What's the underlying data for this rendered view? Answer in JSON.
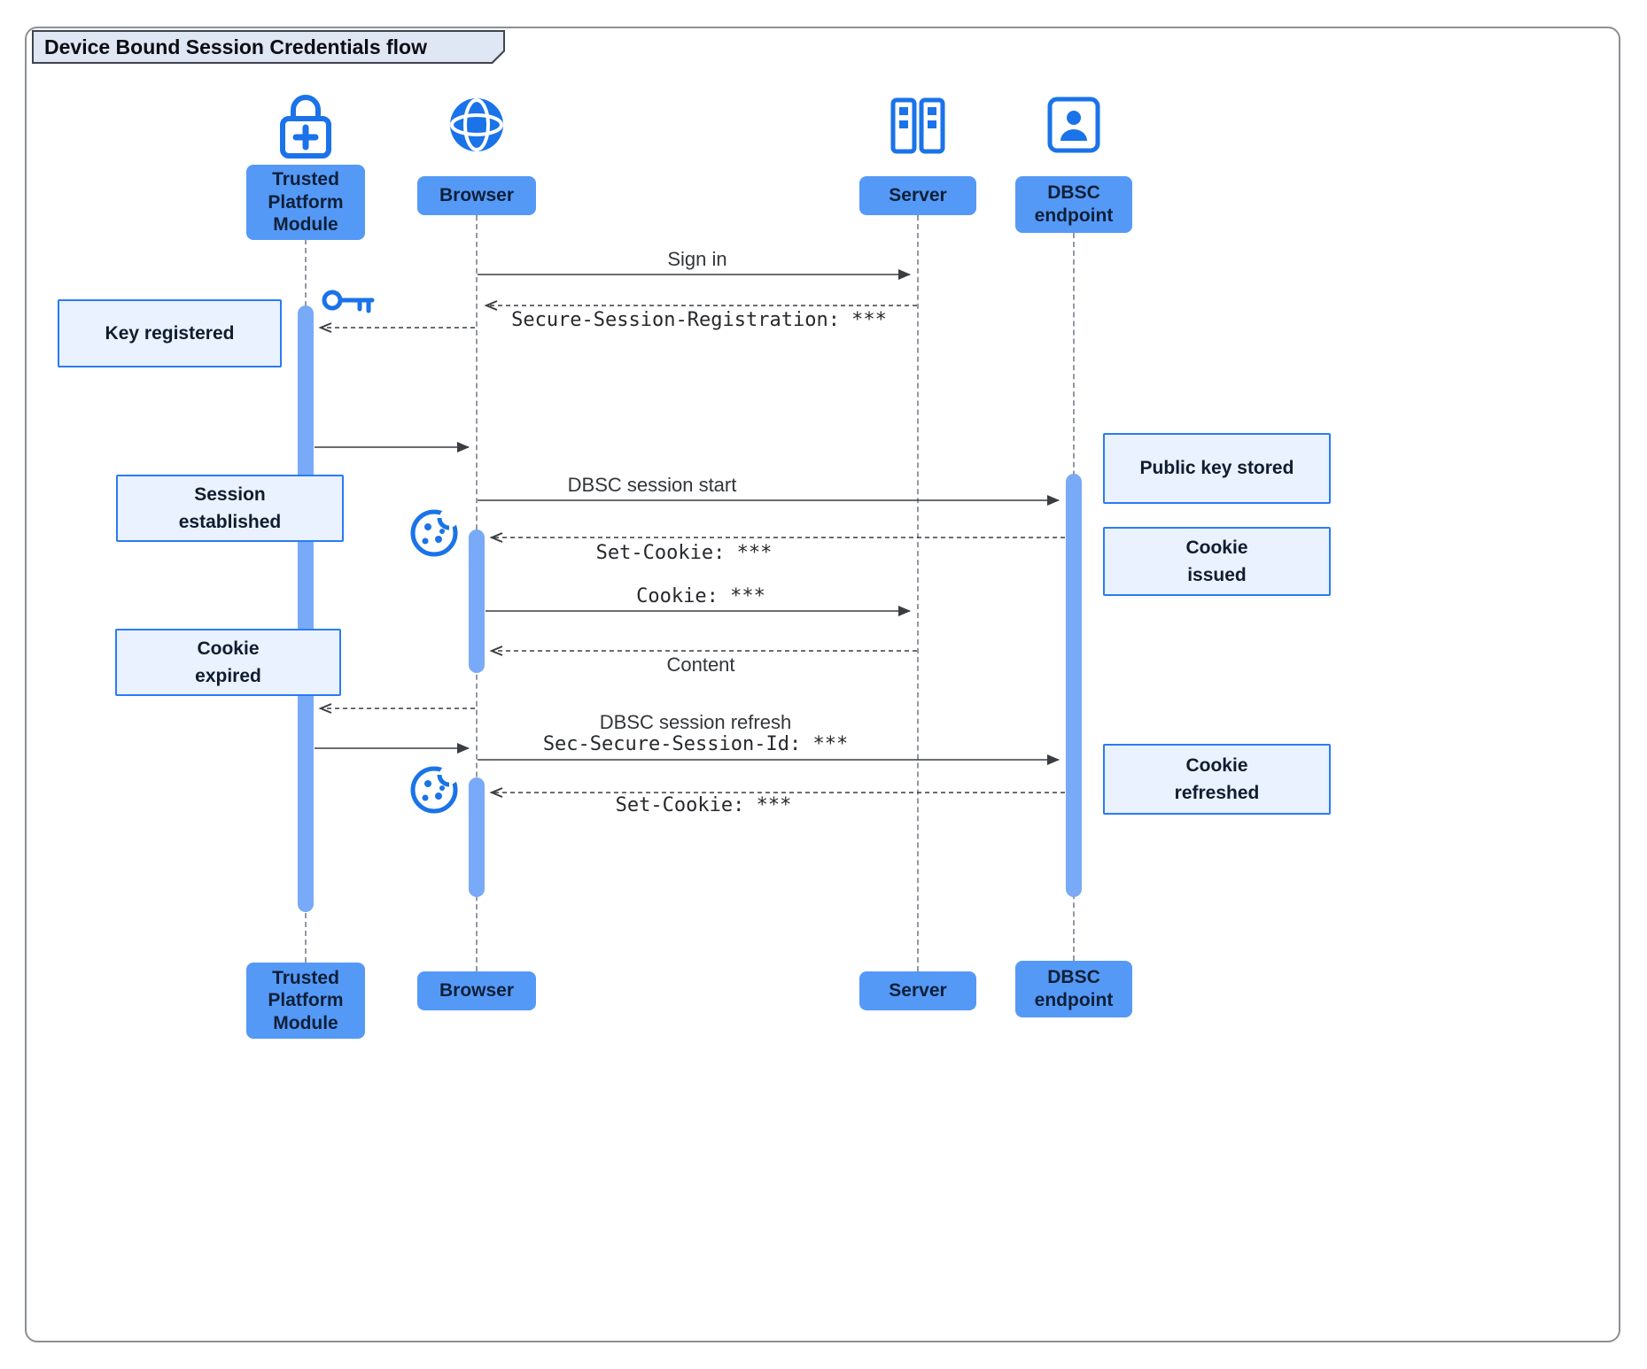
{
  "title": "Device Bound Session Credentials flow",
  "actors": {
    "tpm": {
      "label": "Trusted\nPlatform\nModule",
      "icon": "lock-plus-icon"
    },
    "browser": {
      "label": "Browser",
      "icon": "globe-icon"
    },
    "server": {
      "label": "Server",
      "icon": "server-icon"
    },
    "dbsc": {
      "label": "DBSC\nendpoint",
      "icon": "id-badge-icon"
    }
  },
  "messages": [
    {
      "label": "Sign in",
      "from": "Browser",
      "to": "Server",
      "line": "solid",
      "font": "sans"
    },
    {
      "label": "Secure-Session-Registration: ***",
      "from": "Server",
      "to": "Browser",
      "line": "dashed",
      "font": "mono"
    },
    {
      "label": "",
      "from": "Browser",
      "to": "Trusted Platform Module",
      "line": "dashed",
      "font": "sans"
    },
    {
      "label": "",
      "from": "Trusted Platform Module",
      "to": "Browser",
      "line": "solid",
      "font": "sans"
    },
    {
      "label": "DBSC session start",
      "from": "Browser",
      "to": "DBSC endpoint",
      "line": "solid",
      "font": "sans"
    },
    {
      "label": "Set-Cookie: ***",
      "from": "DBSC endpoint",
      "to": "Browser",
      "line": "dashed",
      "font": "mono"
    },
    {
      "label": "Cookie: ***",
      "from": "Browser",
      "to": "Server",
      "line": "solid",
      "font": "mono"
    },
    {
      "label": "Content",
      "from": "Server",
      "to": "Browser",
      "line": "dashed",
      "font": "sans"
    },
    {
      "label": "",
      "from": "Browser",
      "to": "Trusted Platform Module",
      "line": "dashed",
      "font": "sans"
    },
    {
      "label": "",
      "from": "Trusted Platform Module",
      "to": "Browser",
      "line": "solid",
      "font": "sans"
    },
    {
      "label": "DBSC session refresh",
      "sub_label": "Sec-Secure-Session-Id: ***",
      "from": "Browser",
      "to": "DBSC endpoint",
      "line": "solid",
      "font": "sans+mono"
    },
    {
      "label": "Set-Cookie: ***",
      "from": "DBSC endpoint",
      "to": "Browser",
      "line": "dashed",
      "font": "mono"
    }
  ],
  "notes": [
    {
      "label": "Key registered",
      "side": "left"
    },
    {
      "label": "Session\nestablished",
      "side": "left"
    },
    {
      "label": "Cookie\nexpired",
      "side": "left"
    },
    {
      "label": "Public key stored",
      "side": "right"
    },
    {
      "label": "Cookie\nissued",
      "side": "right"
    },
    {
      "label": "Cookie\nrefreshed",
      "side": "right"
    }
  ],
  "colors": {
    "actor_fill": "#5599f7",
    "activation_fill": "#78aaf8",
    "note_fill": "#e9f2fe",
    "note_border": "#2b7bf3",
    "icon_blue": "#1a73e8",
    "arrow": "#3a3d41"
  }
}
